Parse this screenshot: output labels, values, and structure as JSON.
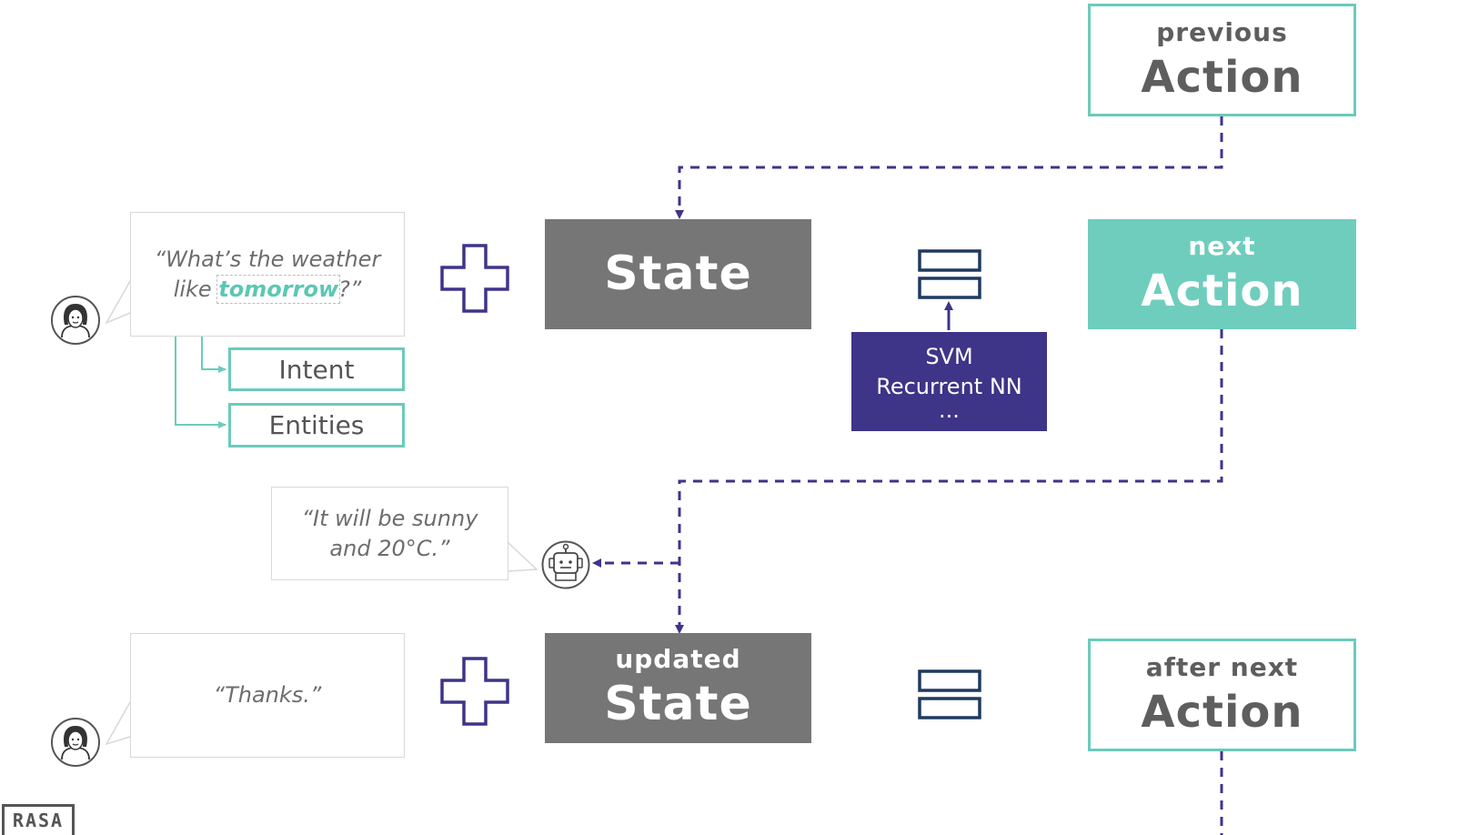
{
  "user_message_1": {
    "line1": "“What’s the weather",
    "line2_prefix": "like ",
    "highlight": "tomorrow",
    "line2_suffix": "?”"
  },
  "nlu_outputs": {
    "intent": "Intent",
    "entities": "Entities"
  },
  "bot_reply": {
    "line1": "“It will be sunny",
    "line2": "and 20°C.”"
  },
  "user_message_2": {
    "text": "“Thanks.”"
  },
  "state": {
    "label": "State"
  },
  "updated_state": {
    "top": "updated",
    "label": "State"
  },
  "previous_action": {
    "top": "previous",
    "label": "Action"
  },
  "next_action": {
    "top": "next",
    "label": "Action"
  },
  "after_next_action": {
    "top": "after next",
    "label": "Action"
  },
  "model": {
    "line1": "SVM",
    "line2": "Recurrent NN",
    "line3": "..."
  },
  "logo": {
    "text": "RASA"
  },
  "colors": {
    "teal": "#6bcbbc",
    "teal_fill": "#6fcdbd",
    "indigo": "#3e3488",
    "gray_box": "#767676",
    "navy_icon": "#1f3a5f"
  }
}
